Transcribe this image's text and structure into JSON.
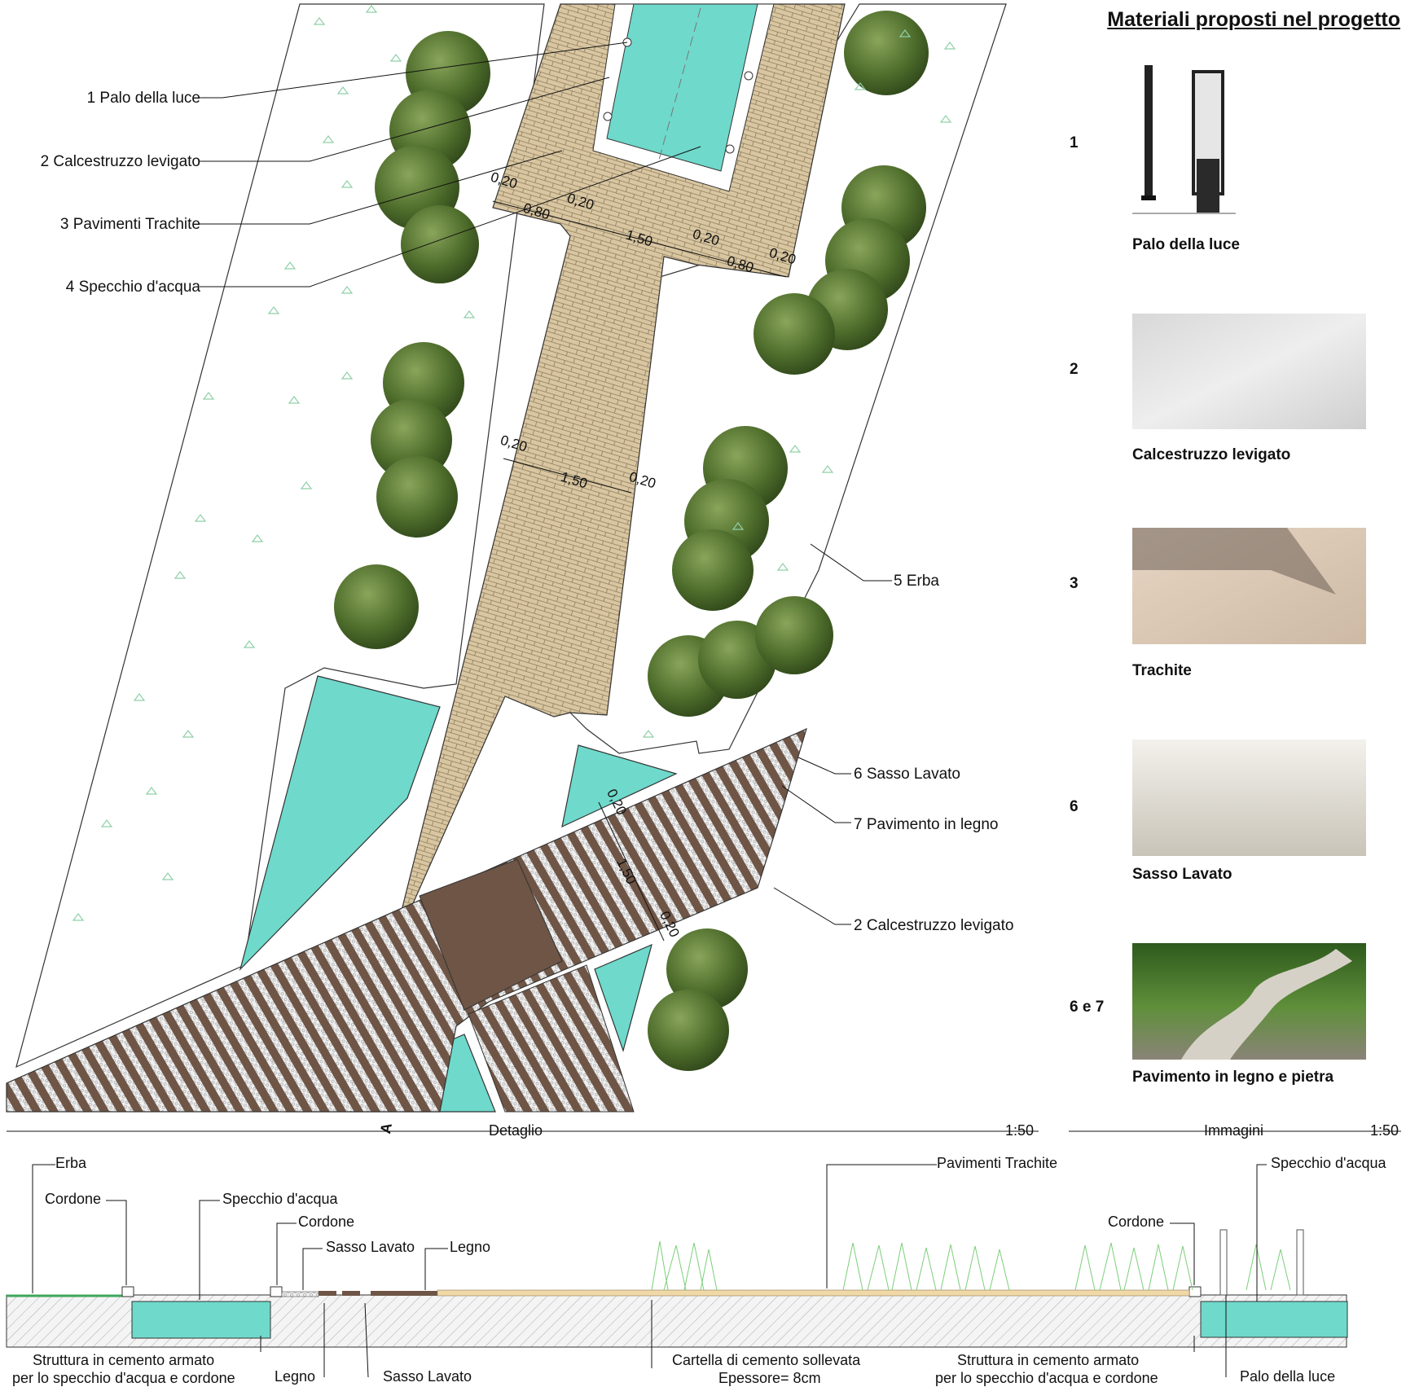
{
  "plan": {
    "callouts": [
      {
        "id": "c1",
        "text": "1 Palo della luce"
      },
      {
        "id": "c2",
        "text": "2 Calcestruzzo levigato"
      },
      {
        "id": "c3",
        "text": "3 Pavimenti Trachite"
      },
      {
        "id": "c4",
        "text": "4 Specchio d'acqua"
      },
      {
        "id": "c5",
        "text": "5 Erba"
      },
      {
        "id": "c6",
        "text": "6 Sasso Lavato"
      },
      {
        "id": "c7",
        "text": "7 Pavimento in legno"
      },
      {
        "id": "c8",
        "text": "2 Calcestruzzo levigato"
      }
    ],
    "dimensions": [
      "0,20",
      "0,80",
      "0,20",
      "1,50",
      "0,20",
      "0,80",
      "0,20",
      "0,20",
      "1,50",
      "0,20",
      "0,20",
      "1,50",
      "0,20"
    ],
    "section_marker": "A",
    "footer": {
      "left_title": "Detaglio",
      "left_scale": "1:50",
      "right_title": "Immagini",
      "right_scale": "1:50"
    }
  },
  "materials": {
    "heading": "Materiali proposti nel progetto",
    "items": [
      {
        "number": "1",
        "caption": "Palo della luce"
      },
      {
        "number": "2",
        "caption": "Calcestruzzo levigato"
      },
      {
        "number": "3",
        "caption": "Trachite"
      },
      {
        "number": "6",
        "caption": "Sasso Lavato"
      },
      {
        "number": "6 e 7",
        "caption": "Pavimento in legno e pietra"
      }
    ]
  },
  "section": {
    "top_labels": [
      "Erba",
      "Cordone",
      "Specchio d'acqua",
      "Cordone",
      "Sasso Lavato",
      "Legno",
      "Pavimenti Trachite",
      "Cordone",
      "Specchio d'acqua"
    ],
    "bottom_labels": [
      "Struttura in cemento armato",
      "per lo specchio d'acqua e cordone",
      "Legno",
      "Sasso Lavato",
      "Cartella di cemento sollevata",
      "Epessore= 8cm",
      "Struttura in cemento armato",
      "per lo specchio d'acqua e cordone",
      "Palo della luce"
    ]
  },
  "colors": {
    "water": "#6fd9cb",
    "trachite": "#d9c6a1",
    "wood": "#6e5546",
    "tree": "#4f6e2c",
    "grass_mark": "#8fd0a8"
  }
}
